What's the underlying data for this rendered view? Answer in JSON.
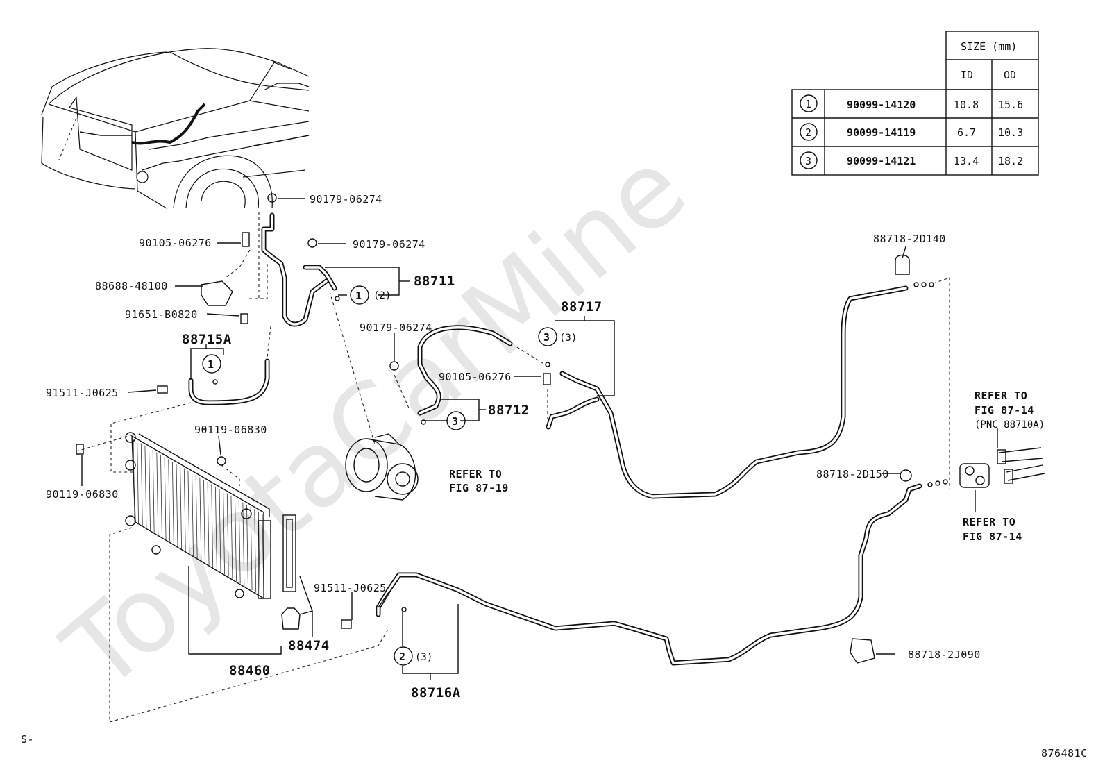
{
  "watermark": "ToyotaCarMine",
  "corner_left": "S-",
  "figure_id": "876481C",
  "size_table": {
    "header": "SIZE (mm)",
    "col_id": "ID",
    "col_od": "OD",
    "rows": [
      {
        "mark": "1",
        "part": "90099-14120",
        "id": "10.8",
        "od": "15.6"
      },
      {
        "mark": "2",
        "part": "90099-14119",
        "id": "6.7",
        "od": "10.3"
      },
      {
        "mark": "3",
        "part": "90099-14121",
        "id": "13.4",
        "od": "18.2"
      }
    ]
  },
  "labels": {
    "p90179_06274_a": "90179-06274",
    "p90105_06276_a": "90105-06276",
    "p90179_06274_b": "90179-06274",
    "p88688_48100": "88688-48100",
    "p88711": "88711",
    "p88711_note": "(2)",
    "p91651_b0820": "91651-B0820",
    "p88715a": "88715A",
    "p91511_j0625_a": "91511-J0625",
    "p90179_06274_c": "90179-06274",
    "p88717": "88717",
    "p88717_note": "(3)",
    "p90105_06276_b": "90105-06276",
    "p88712": "88712",
    "p90119_06830_a": "90119-06830",
    "p90119_06830_b": "90119-06830",
    "refer_fig_87_19_a": "REFER TO",
    "refer_fig_87_19_b": "FIG 87-19",
    "p88718_2d140": "88718-2D140",
    "refer_fig_87_14_top_a": "REFER TO",
    "refer_fig_87_14_top_b": "FIG 87-14",
    "refer_fig_87_14_top_c": "(PNC 88710A)",
    "p88718_2d150": "88718-2D150",
    "refer_fig_87_14_bot_a": "REFER TO",
    "refer_fig_87_14_bot_b": "FIG 87-14",
    "p91511_j0625_b": "91511-J0625",
    "p88474": "88474",
    "p88460": "88460",
    "p88716a_note": "(3)",
    "p88716a": "88716A",
    "p88718_2j090": "88718-2J090",
    "mark_1": "1",
    "mark_2": "2",
    "mark_3": "3"
  }
}
